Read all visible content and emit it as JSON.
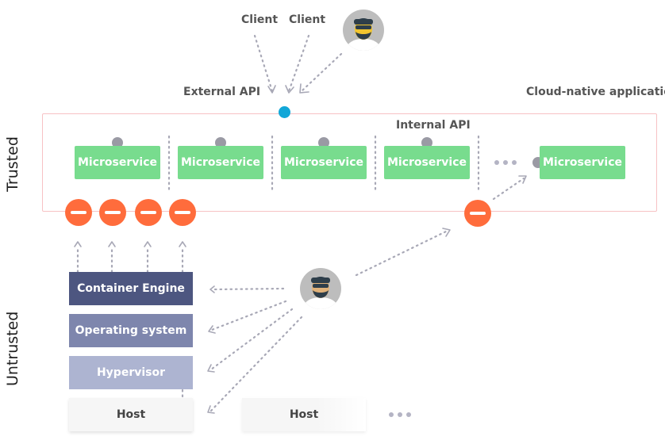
{
  "labels": {
    "client1": "Client",
    "client2": "Client",
    "external_api": "External API",
    "internal_api": "Internal API",
    "cloud_native": "Cloud-native application",
    "trusted": "Trusted",
    "untrusted": "Untrusted"
  },
  "microservices": [
    "Microservice",
    "Microservice",
    "Microservice",
    "Microservice",
    "Microservice"
  ],
  "stack": {
    "container_engine": "Container Engine",
    "operating_system": "Operating system",
    "hypervisor": "Hypervisor",
    "host1": "Host",
    "host2": "Host"
  },
  "colors": {
    "trust_border": "#f7c2c4",
    "microservice": "#78dc8e",
    "blocker": "#ff6c3c",
    "api_dot": "#12a7d8",
    "container_engine": "#4d5680",
    "operating_system": "#7e86ad",
    "hypervisor": "#adb4d1"
  },
  "icons": {
    "attacker": "hacker-avatar-icon",
    "blocked": "no-entry-icon",
    "more": "ellipsis-icon"
  }
}
